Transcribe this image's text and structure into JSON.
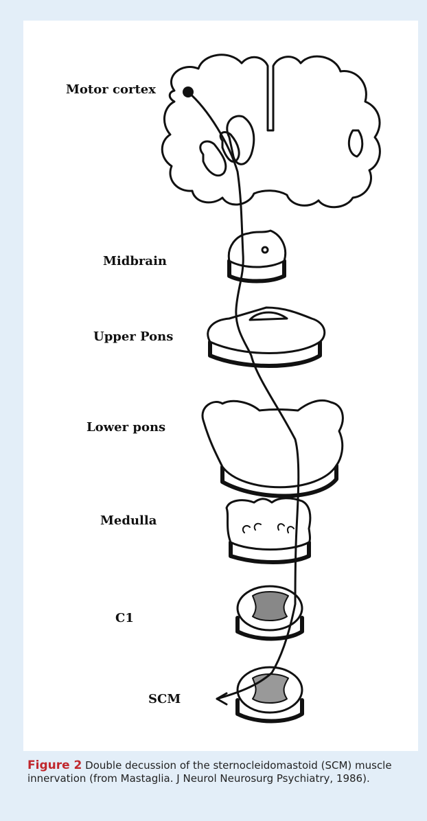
{
  "figure": {
    "labels": {
      "motor_cortex": "Motor cortex",
      "midbrain": "Midbrain",
      "upper_pons": "Upper Pons",
      "lower_pons": "Lower pons",
      "medulla": "Medulla",
      "c1": "C1",
      "scm": "SCM"
    },
    "caption": {
      "label": "Figure 2",
      "text": "Double decussion of the sternocleidomastoid (SCM) muscle innervation (from Mastaglia. J Neurol Neurosurg Psychiatry, 1986)."
    }
  },
  "colors": {
    "background": "#e3eef8",
    "panel": "#ffffff",
    "ink": "#111111",
    "figure_label": "#c0272d"
  }
}
